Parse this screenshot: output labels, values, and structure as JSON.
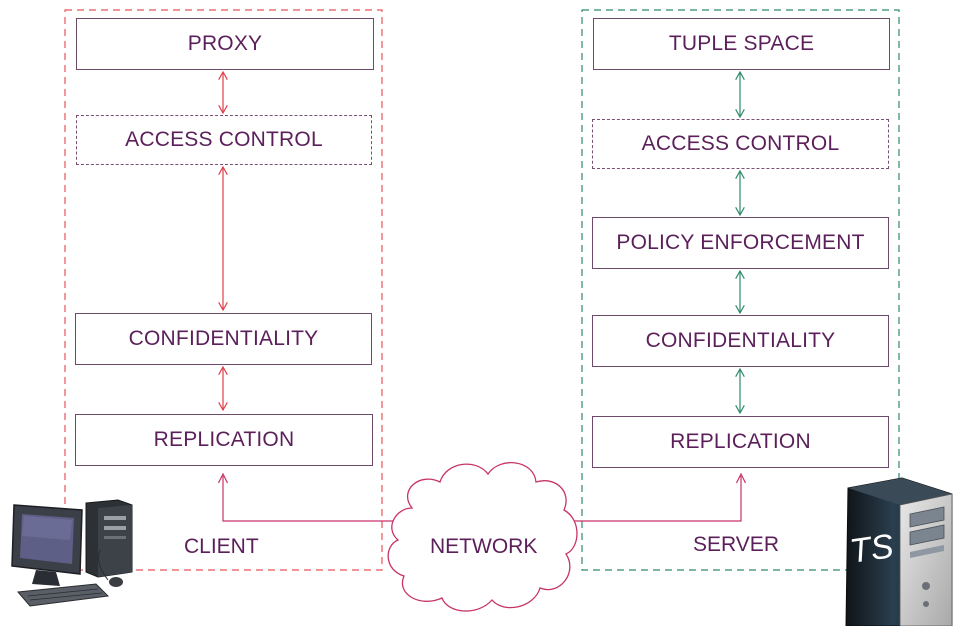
{
  "client": {
    "label": "CLIENT",
    "layers": {
      "proxy": "PROXY",
      "access_control": "ACCESS CONTROL",
      "confidentiality": "CONFIDENTIALITY",
      "replication": "REPLICATION"
    }
  },
  "server": {
    "label": "SERVER",
    "layers": {
      "tuple_space": "TUPLE SPACE",
      "access_control": "ACCESS CONTROL",
      "policy_enforcement": "POLICY ENFORCEMENT",
      "confidentiality": "CONFIDENTIALITY",
      "replication": "REPLICATION"
    },
    "tower_mark": "TS"
  },
  "network": {
    "label": "NETWORK"
  },
  "colors": {
    "client_border": "#e8555a",
    "server_border": "#2e8a72",
    "client_arrow": "#e0404a",
    "server_arrow": "#2e8a6a",
    "network": "#c8336a",
    "text": "#5b1f5a"
  },
  "icons": {
    "client": "desktop-computer-icon",
    "server": "server-tower-icon",
    "network": "cloud-icon"
  }
}
